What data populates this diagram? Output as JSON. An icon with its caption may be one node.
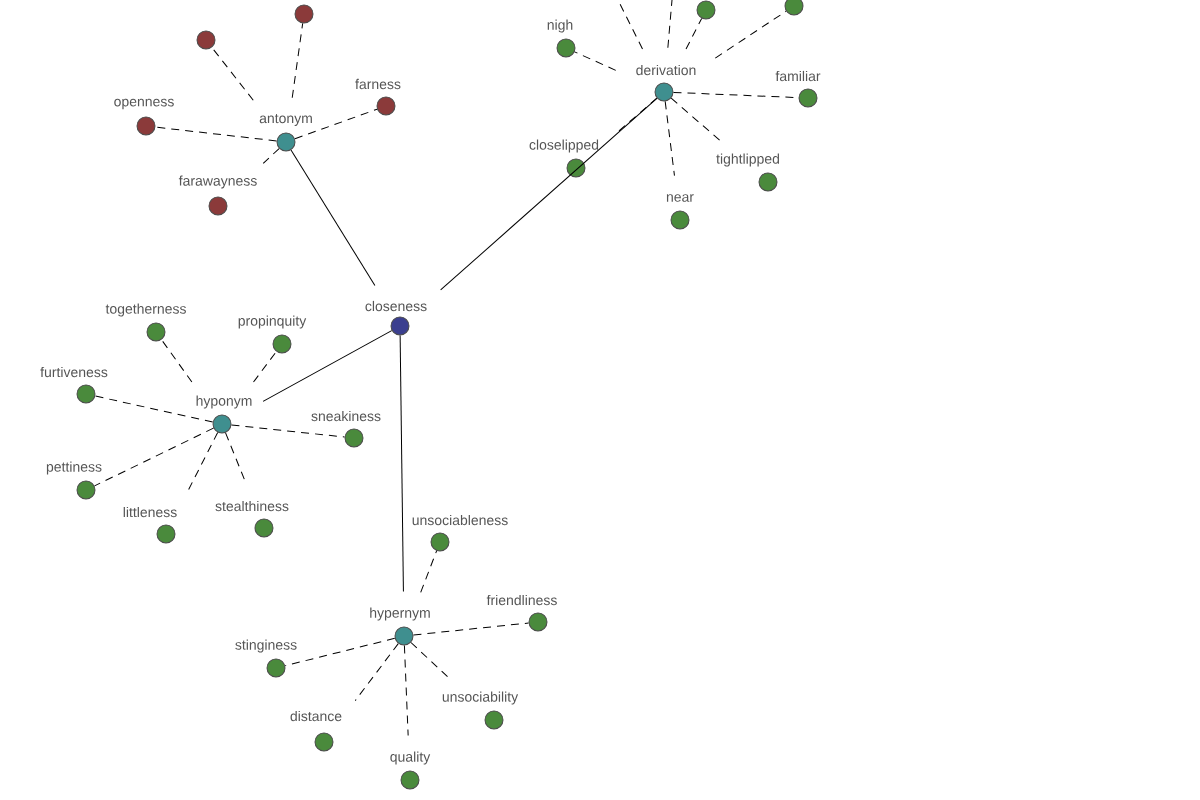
{
  "diagram": {
    "nodes": [
      {
        "text": [
          "closeness"
        ]
      },
      {
        "text": [
          "antonym"
        ]
      },
      {
        "text": [
          "derivation"
        ]
      },
      {
        "text": [
          "hyponym"
        ]
      },
      {
        "text": [
          "hypernym"
        ]
      },
      {
        "text": [],
        "shape": "circle"
      },
      {
        "text": [],
        "shape": "circle"
      },
      {
        "text": [
          "openness"
        ]
      },
      {
        "text": [
          "farness"
        ]
      },
      {
        "text": [
          "farawayness"
        ]
      },
      {
        "text": [
          "nigh"
        ]
      },
      {
        "text": [],
        "shape": "circle"
      },
      {
        "text": [],
        "shape": "circle"
      },
      {
        "text": [
          "familiar"
        ]
      },
      {
        "text": [
          "closelipped"
        ]
      },
      {
        "text": [
          "tightlipped"
        ]
      },
      {
        "text": [
          "near"
        ]
      },
      {
        "text": [
          "togetherness"
        ]
      },
      {
        "text": [
          "propinquity"
        ]
      },
      {
        "text": [
          "furtiveness"
        ]
      },
      {
        "text": [
          "sneakiness"
        ]
      },
      {
        "text": [
          "pettiness"
        ]
      },
      {
        "text": [
          "littleness"
        ]
      },
      {
        "text": [
          "stealthiness"
        ]
      },
      {
        "text": [
          "unsociableness"
        ]
      },
      {
        "text": [
          "friendliness"
        ]
      },
      {
        "text": [
          "stinginess"
        ]
      },
      {
        "text": [
          "distance"
        ]
      },
      {
        "text": [
          "unsociability"
        ]
      },
      {
        "text": [
          "quality"
        ]
      }
    ],
    "edges": [
      {
        "from": 0,
        "to": 1,
        "arrow": "none"
      },
      {
        "from": 0,
        "to": 2,
        "arrow": "none"
      },
      {
        "from": 0,
        "to": 3,
        "arrow": "none"
      },
      {
        "from": 0,
        "to": 4,
        "arrow": "none"
      },
      {
        "from": 1,
        "to": 5,
        "arrow": "none",
        "style": "dashed"
      },
      {
        "from": 1,
        "to": 6,
        "arrow": "none",
        "style": "dashed"
      },
      {
        "from": 1,
        "to": 7,
        "arrow": "none",
        "style": "dashed"
      },
      {
        "from": 1,
        "to": 8,
        "arrow": "none",
        "style": "dashed"
      },
      {
        "from": 1,
        "to": 9,
        "arrow": "none",
        "style": "dashed"
      },
      {
        "from": 2,
        "to": null,
        "arrow": "none",
        "style": "dashed"
      },
      {
        "from": 2,
        "to": null,
        "arrow": "none",
        "style": "dashed"
      },
      {
        "from": 2,
        "to": 10,
        "arrow": "none",
        "style": "dashed"
      },
      {
        "from": 2,
        "to": 11,
        "arrow": "none",
        "style": "dashed"
      },
      {
        "from": 2,
        "to": 12,
        "arrow": "none",
        "style": "dashed"
      },
      {
        "from": 2,
        "to": 13,
        "arrow": "none",
        "style": "dashed"
      },
      {
        "from": 2,
        "to": 14,
        "arrow": "none",
        "style": "dashed"
      },
      {
        "from": 2,
        "to": 15,
        "arrow": "none",
        "style": "dashed"
      },
      {
        "from": 2,
        "to": 16,
        "arrow": "none",
        "style": "dashed"
      },
      {
        "from": 3,
        "to": 17,
        "arrow": "none",
        "style": "dashed"
      },
      {
        "from": 3,
        "to": 18,
        "arrow": "none",
        "style": "dashed"
      },
      {
        "from": 3,
        "to": 19,
        "arrow": "none",
        "style": "dashed"
      },
      {
        "from": 3,
        "to": 20,
        "arrow": "none",
        "style": "dashed"
      },
      {
        "from": 3,
        "to": 21,
        "arrow": "none",
        "style": "dashed"
      },
      {
        "from": 3,
        "to": 22,
        "arrow": "none",
        "style": "dashed"
      },
      {
        "from": 3,
        "to": 23,
        "arrow": "none",
        "style": "dashed"
      },
      {
        "from": 4,
        "to": 24,
        "arrow": "none",
        "style": "dashed"
      },
      {
        "from": 4,
        "to": 25,
        "arrow": "none",
        "style": "dashed"
      },
      {
        "from": 4,
        "to": 26,
        "arrow": "none",
        "style": "dashed"
      },
      {
        "from": 4,
        "to": 27,
        "arrow": "none",
        "style": "dashed"
      },
      {
        "from": 4,
        "to": 28,
        "arrow": "none",
        "style": "dashed"
      },
      {
        "from": 4,
        "to": 29,
        "arrow": "none",
        "style": "dashed"
      }
    ]
  }
}
